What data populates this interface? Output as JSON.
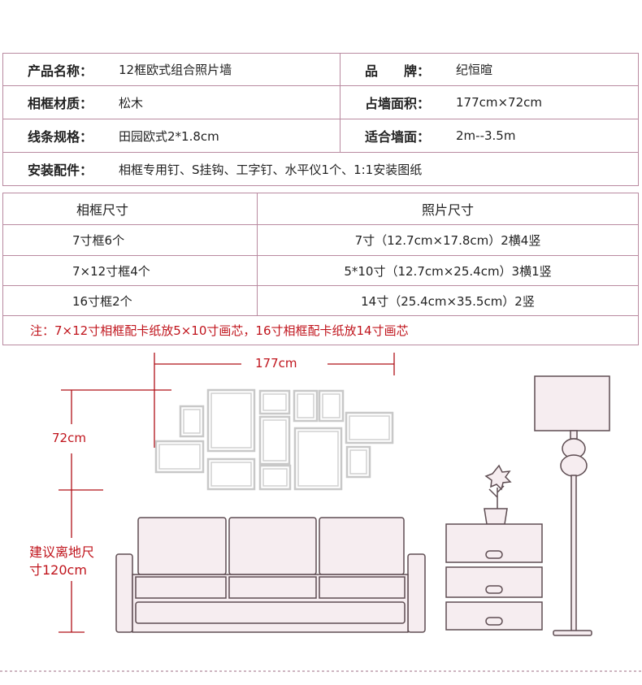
{
  "specs": [
    {
      "label": "产品名称：",
      "value": "12框欧式组合照片墙"
    },
    {
      "label": "品　　牌：",
      "value": "纪恒暄"
    },
    {
      "label": "相框材质：",
      "value": "松木"
    },
    {
      "label": "占墙面积：",
      "value": "177cm×72cm"
    },
    {
      "label": "线条规格：",
      "value": "田园欧式2*1.8cm"
    },
    {
      "label": "适合墙面：",
      "value": "2m--3.5m"
    },
    {
      "label": "安装配件：",
      "value": "相框专用钉、S挂钩、工字钉、水平仪1个、1:1安装图纸"
    }
  ],
  "sizes": {
    "headers": [
      "相框尺寸",
      "照片尺寸"
    ],
    "rows": [
      [
        "7寸框6个",
        "7寸（12.7cm×17.8cm）2横4竖"
      ],
      [
        "7×12寸框4个",
        "5*10寸（12.7cm×25.4cm）3横1竖"
      ],
      [
        "16寸框2个",
        "14寸（25.4cm×35.5cm）2竖"
      ]
    ],
    "note": "注：7×12寸相框配卡纸放5×10寸画芯，16寸相框配卡纸放14寸画芯"
  },
  "diagram": {
    "width": "177cm",
    "height": "72cm",
    "floor": "建议离地尺寸120cm",
    "floor_l1": "建议离地尺",
    "floor_l2": "寸120cm"
  },
  "colors": {
    "accent": "#c0141c",
    "border": "#b98aa0",
    "furniture": "#f6edf0"
  }
}
